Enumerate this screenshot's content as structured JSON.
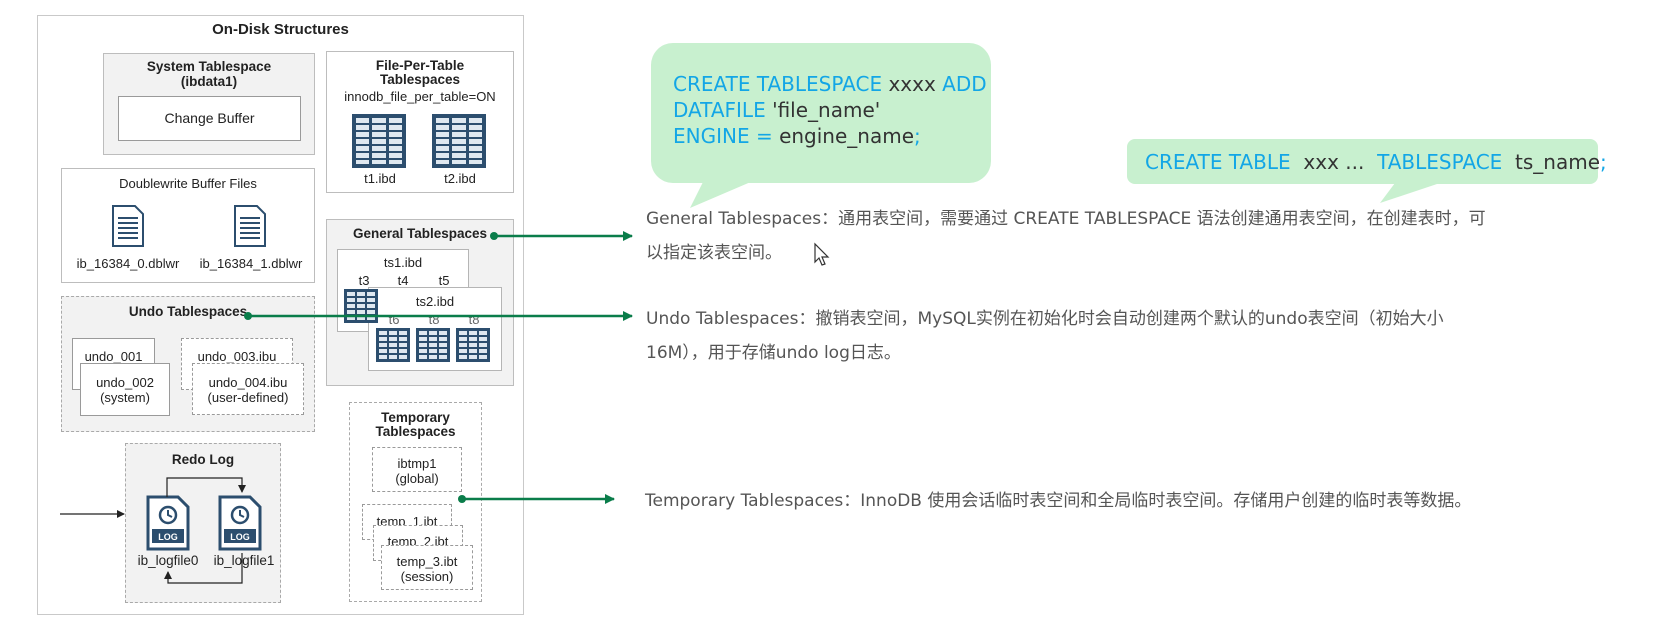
{
  "diagram": {
    "title": "On-Disk Structures",
    "system_tablespace": {
      "title_line1": "System Tablespace",
      "title_line2": "(ibdata1)",
      "change_buffer": "Change Buffer"
    },
    "file_per_table": {
      "title_line1": "File-Per-Table",
      "title_line2": "Tablespaces",
      "setting": "innodb_file_per_table=ON",
      "file1": "t1.ibd",
      "file2": "t2.ibd"
    },
    "doublewrite": {
      "title": "Doublewrite Buffer Files",
      "file1": "ib_16384_0.dblwr",
      "file2": "ib_16384_1.dblwr"
    },
    "general": {
      "title": "General Tablespaces",
      "ts1": "ts1.ibd",
      "t3": "t3",
      "t4": "t4",
      "t5": "t5",
      "ts2": "ts2.ibd",
      "t6": "t6",
      "t7": "t8",
      "t8": "t8"
    },
    "undo": {
      "title": "Undo Tablespaces",
      "u1": "undo_001",
      "u2_line1": "undo_002",
      "u2_line2": "(system)",
      "u3": "undo_003.ibu",
      "u4_line1": "undo_004.ibu",
      "u4_line2": "(user-defined)"
    },
    "temporary": {
      "title_line1": "Temporary",
      "title_line2": "Tablespaces",
      "ibtmp_line1": "ibtmp1",
      "ibtmp_line2": "(global)",
      "temp1": "temp_1.ibt",
      "temp2": "temp_2.ibt",
      "temp3_line1": "temp_3.ibt",
      "temp3_line2": "(session)"
    },
    "redo": {
      "title": "Redo Log",
      "log_icon": "LOG",
      "file1": "ib_logfile0",
      "file2": "ib_logfile1"
    }
  },
  "bubbles": {
    "create_tablespace": {
      "line1_kw1": "CREATE TABLESPACE",
      "line1_name": "xxxx",
      "line1_kw2": "ADD",
      "line2_kw": "DATAFILE",
      "line2_name": "'file_name'",
      "line3_kw": "ENGINE =",
      "line3_name": "engine_name",
      "line3_end": ";"
    },
    "create_table": {
      "kw1": "CREATE TABLE",
      "name1": "xxx ...",
      "kw2": "TABLESPACE",
      "name2": "ts_name",
      "end": ";"
    }
  },
  "descriptions": {
    "general_line1": "General Tablespaces：通用表空间，需要通过 CREATE  TABLESPACE 语法创建通用表空间，在创建表时，可",
    "general_line2": "以指定该表空间。",
    "undo_line1": "Undo Tablespaces：撤销表空间，MySQL实例在初始化时会自动创建两个默认的undo表空间（初始大小",
    "undo_line2": "16M），用于存储undo log日志。",
    "temp_line1": "Temporary Tablespaces：InnoDB 使用会话临时表空间和全局临时表空间。存储用户创建的临时表等数据。"
  },
  "colors": {
    "arrow": "#0a7d4a",
    "bubble_bg": "#c8f0cf",
    "keyword": "#13a6e6"
  }
}
